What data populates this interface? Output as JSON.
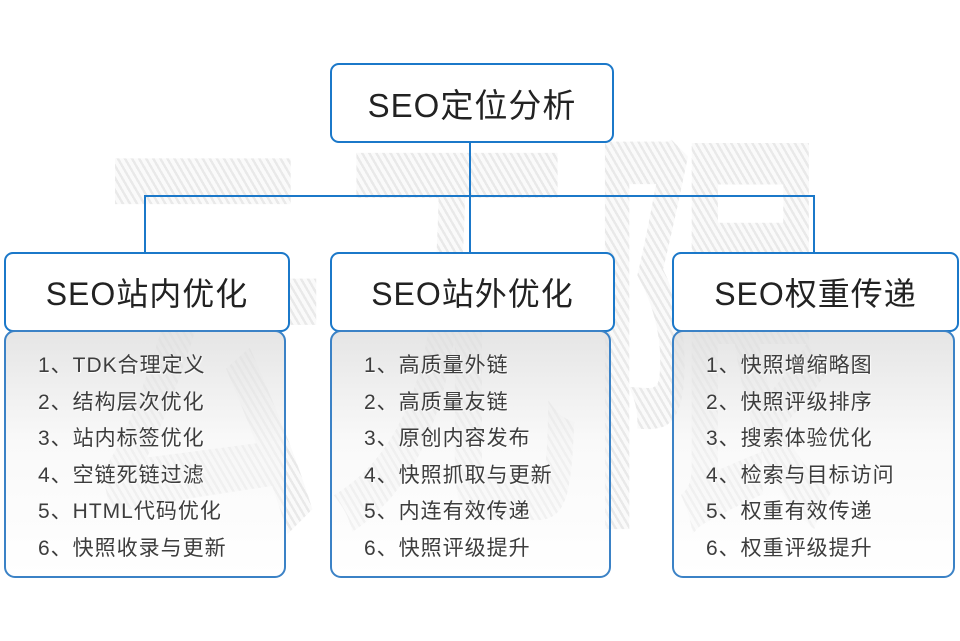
{
  "diagram": {
    "root_label": "SEO定位分析",
    "watermark_text": "云无限",
    "colors": {
      "connector_blue": "#1b78c9",
      "panel_border_blue": "#3b82c6",
      "text_dark": "#3d3d3d"
    },
    "columns": [
      {
        "title": "SEO站内优化",
        "items": [
          "1、TDK合理定义",
          "2、结构层次优化",
          "3、站内标签优化",
          "4、空链死链过滤",
          "5、HTML代码优化",
          "6、快照收录与更新"
        ]
      },
      {
        "title": "SEO站外优化",
        "items": [
          "1、高质量外链",
          "2、高质量友链",
          "3、原创内容发布",
          "4、快照抓取与更新",
          "5、内连有效传递",
          "6、快照评级提升"
        ]
      },
      {
        "title": "SEO权重传递",
        "items": [
          "1、快照增缩略图",
          "2、快照评级排序",
          "3、搜索体验优化",
          "4、检索与目标访问",
          "5、权重有效传递",
          "6、权重评级提升"
        ]
      }
    ]
  }
}
